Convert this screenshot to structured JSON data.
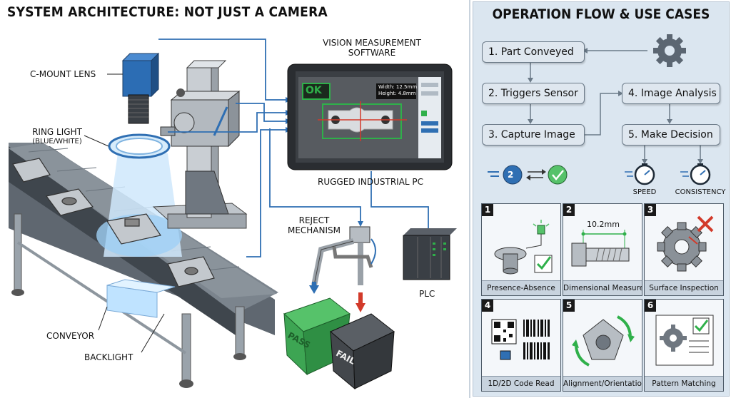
{
  "left_panel": {
    "title": "SYSTEM ARCHITECTURE: NOT JUST A CAMERA",
    "labels": {
      "lens": "C-MOUNT LENS",
      "ring_light": "RING LIGHT",
      "ring_light_sub": "(BLUE/WHITE)",
      "software_line1": "VISION MEASUREMENT",
      "software_line2": "SOFTWARE",
      "pc": "RUGGED INDUSTRIAL PC",
      "reject_line1": "REJECT",
      "reject_line2": "MECHANISM",
      "plc": "PLC",
      "conveyor": "CONVEYOR",
      "backlight": "BACKLIGHT"
    },
    "screen": {
      "status": "OK",
      "width_readout": "Width: 12.5mm",
      "height_readout": "Height: 4.8mm"
    },
    "bins": {
      "pass": "PASS",
      "fail": "FAIL"
    }
  },
  "right_panel": {
    "title": "OPERATION FLOW & USE CASES",
    "flow_steps": [
      "1. Part Conveyed",
      "2. Triggers Sensor",
      "3. Capture Image",
      "4. Image Analysis",
      "5. Make Decision"
    ],
    "badges": {
      "speed": "SPEED",
      "consistency": "CONSISTENCY",
      "step_number": "2"
    },
    "use_cases": [
      {
        "num": "1",
        "label": "Presence-Absence"
      },
      {
        "num": "2",
        "label": "Dimensional Measure",
        "value": "10.2mm"
      },
      {
        "num": "3",
        "label": "Surface Inspection"
      },
      {
        "num": "4",
        "label": "1D/2D Code Read"
      },
      {
        "num": "5",
        "label": "Alignment/Orientation"
      },
      {
        "num": "6",
        "label": "Pattern Matching"
      }
    ]
  },
  "colors": {
    "accent_blue": "#2f6fb3",
    "ok_green": "#2fb04a",
    "fail_red": "#d23a2a",
    "panel_bg": "#dbe6f0"
  }
}
